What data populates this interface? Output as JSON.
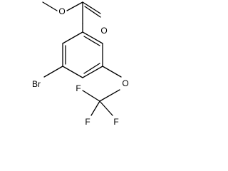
{
  "structure": {
    "atoms": {
      "carbonyl_oxygen": "O",
      "ester_oxygen": "O",
      "ether_oxygen": "O",
      "bromine": "Br",
      "fluorine_upper": "F",
      "fluorine_left": "F",
      "fluorine_lower": "F"
    }
  }
}
